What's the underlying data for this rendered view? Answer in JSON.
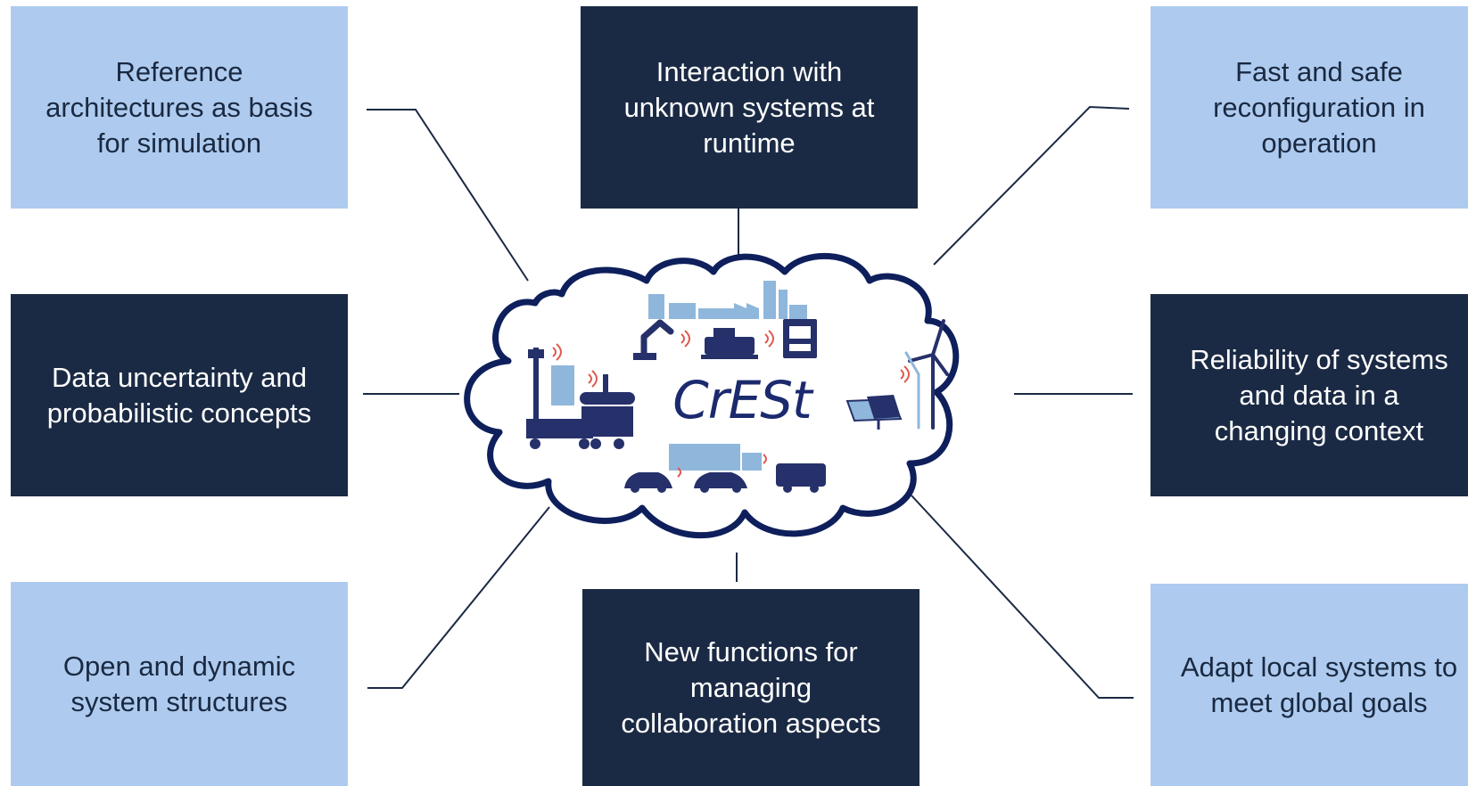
{
  "center": {
    "title": "CrESt"
  },
  "boxes": {
    "top_left": {
      "text": "Reference\narchitectures as basis\nfor simulation"
    },
    "top_center": {
      "text": "Interaction with\nunknown systems at\nruntime"
    },
    "top_right": {
      "text": "Fast and safe\nreconfiguration in\noperation"
    },
    "middle_left": {
      "text": "Data uncertainty and\nprobabilistic concepts"
    },
    "middle_right": {
      "text": "Reliability of systems\nand data in a\nchanging context"
    },
    "bottom_left": {
      "text": "Open and dynamic\nsystem structures"
    },
    "bottom_center": {
      "text": "New functions for\nmanaging\ncollaboration aspects"
    },
    "bottom_right": {
      "text": "Adapt local systems to\nmeet global goals"
    }
  },
  "colors": {
    "light_box": "#aecbef",
    "dark_box": "#1b2a44",
    "cloud_outline": "#0e1f5c",
    "connector": "#1b2a44",
    "signal": "#e0574c",
    "icon_dark": "#26306a",
    "icon_light": "#8fb7dc"
  },
  "icons": [
    "factory-icon",
    "robot-arm-icon",
    "machine-icon",
    "printer-icon",
    "mobile-robot-icon",
    "conveyor-robot-icon",
    "solar-panel-icon",
    "wind-turbine-icon",
    "truck-icon",
    "car-icon",
    "van-icon",
    "signal-icon"
  ]
}
